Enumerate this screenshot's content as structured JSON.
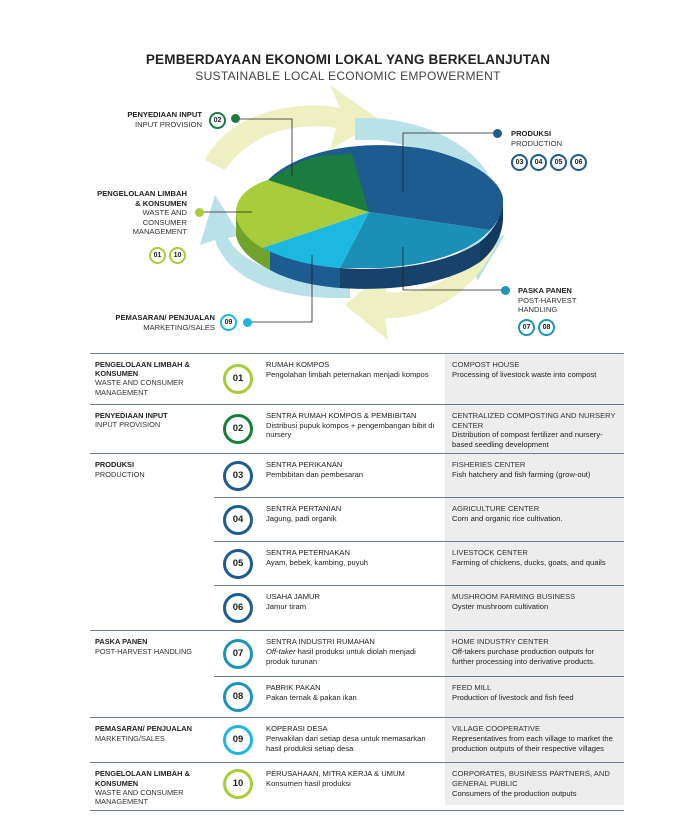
{
  "title": "PEMBERDAYAAN EKONOMI LOKAL YANG BERKELANJUTAN",
  "subtitle": "SUSTAINABLE LOCAL ECONOMIC EMPOWERMENT",
  "colors": {
    "input": "#1a7d3f",
    "production": "#1e5b8e",
    "postharvest": "#1d93b8",
    "marketing": "#1cb8e0",
    "waste": "#a8cc3a",
    "arrow_cyan": "#b9e1e8",
    "arrow_yellow": "#eef0c2"
  },
  "diagram": {
    "input": {
      "id": "PENYEDIAAN INPUT",
      "en": "INPUT PROVISION",
      "badges": [
        "02"
      ]
    },
    "production": {
      "id": "PRODUKSI",
      "en": "PRODUCTION",
      "badges": [
        "03",
        "04",
        "05",
        "06"
      ]
    },
    "waste": {
      "id1": "PENGELOLAAN LIMBAH",
      "id2": "& KONSUMEN",
      "en1": "WASTE AND",
      "en2": "CONSUMER",
      "en3": "MANAGEMENT",
      "badges": [
        "01",
        "10"
      ]
    },
    "postharvest": {
      "id": "PASKA PANEN",
      "en1": "POST-HARVEST",
      "en2": "HANDLING",
      "badges": [
        "07",
        "08"
      ]
    },
    "marketing": {
      "id": "PEMASARAN/ PENJUALAN",
      "en": "MARKETING/SALES",
      "badges": [
        "09"
      ]
    }
  },
  "table": {
    "groups": [
      {
        "cat_id": "PENGELOLAAN LIMBAH & KONSUMEN",
        "cat_en": "WASTE AND CONSUMER MANAGEMENT",
        "items": [
          {
            "num": "01",
            "color": "#a8cc3a",
            "title_id": "RUMAH KOMPOS",
            "desc_id": "Pengolahan limbah peternakan menjadi kompos",
            "title_en": "COMPOST HOUSE",
            "desc_en": "Processing of livestock waste into compost"
          }
        ]
      },
      {
        "cat_id": "PENYEDIAAN INPUT",
        "cat_en": "INPUT PROVISION",
        "items": [
          {
            "num": "02",
            "color": "#1a7d3f",
            "title_id": "SENTRA RUMAH KOMPOS & PEMBIBITAN",
            "desc_id": "Distribusi pupuk kompos + pengembangan bibit di nursery",
            "title_en": "CENTRALIZED COMPOSTING AND NURSERY CENTER",
            "desc_en": "Distribution of compost fertilizer and nursery-based seedling development"
          }
        ]
      },
      {
        "cat_id": "PRODUKSI",
        "cat_en": "PRODUCTION",
        "items": [
          {
            "num": "03",
            "color": "#1e5b8e",
            "title_id": "SENTRA PERIKANAN",
            "desc_id": "Pembibitan dan pembesaran",
            "title_en": "FISHERIES CENTER",
            "desc_en": "Fish hatchery and fish farming (grow-out)"
          },
          {
            "num": "04",
            "color": "#1e5b8e",
            "title_id": "SENTRA PERTANIAN",
            "desc_id": "Jagung, padi organik",
            "title_en": "AGRICULTURE CENTER",
            "desc_en": "Corn and organic rice cultivation."
          },
          {
            "num": "05",
            "color": "#1e5b8e",
            "title_id": "SENTRA PETERNAKAN",
            "desc_id": "Ayam, bebek, kambing, puyuh",
            "title_en": "LIVESTOCK CENTER",
            "desc_en": "Farming of chickens, ducks, goats, and quails"
          },
          {
            "num": "06",
            "color": "#1e5b8e",
            "title_id": "USAHA JAMUR",
            "desc_id": "Jamur tiram",
            "title_en": "MUSHROOM FARMING BUSINESS",
            "desc_en": "Oyster mushroom cultivation"
          }
        ]
      },
      {
        "cat_id": "PASKA PANEN",
        "cat_en": "POST-HARVEST HANDLING",
        "items": [
          {
            "num": "07",
            "color": "#1d93b8",
            "title_id": "SENTRA INDUSTRI RUMAHAN",
            "desc_id_em": "Off-taker",
            "desc_id": " hasil produksi untuk diolah menjadi produk turunan",
            "title_en": "HOME INDUSTRY CENTER",
            "desc_en": "Off-takers purchase production outputs for further processing into derivative products."
          },
          {
            "num": "08",
            "color": "#1d93b8",
            "title_id": "PABRIK PAKAN",
            "desc_id": "Pakan ternak & pakan ikan",
            "title_en": "FEED MILL",
            "desc_en": "Production of livestock and fish feed"
          }
        ]
      },
      {
        "cat_id": "PEMASARAN/ PENJUALAN",
        "cat_en": "MARKETING/SALES",
        "items": [
          {
            "num": "09",
            "color": "#1cb8e0",
            "title_id": "KOPERASI DESA",
            "desc_id": "Perwakilan dari setiap desa untuk memasarkan hasil produksi setiap desa",
            "title_en": "VILLAGE COOPERATIVE",
            "desc_en": "Representatives from each village to market the production outputs of their respective villages"
          }
        ]
      },
      {
        "cat_id": "PENGELOLAAN LIMBAH & KONSUMEN",
        "cat_en": "WASTE AND CONSUMER MANAGEMENT",
        "items": [
          {
            "num": "10",
            "color": "#a8cc3a",
            "title_id": "PERUSAHAAN, MITRA KERJA & UMUM",
            "desc_id": "Konsumen hasil produksi",
            "title_en": "CORPORATES, BUSINESS PARTNERS, AND GENERAL PUBLIC",
            "desc_en": "Consumers of the production outputs"
          }
        ]
      }
    ]
  }
}
